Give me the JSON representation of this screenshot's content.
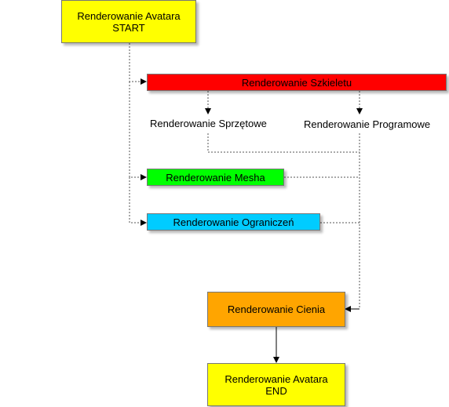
{
  "nodes": {
    "avatar_start": {
      "label": "Renderowanie Avatara\nSTART",
      "color": "#ffff00"
    },
    "skeleton": {
      "label": "Renderowanie Szkieletu",
      "color": "#ff0000"
    },
    "hardware": {
      "label": "Renderowanie Sprzętowe"
    },
    "software": {
      "label": "Renderowanie Programowe"
    },
    "mesh": {
      "label": "Renderowanie Mesha",
      "color": "#00ff00"
    },
    "constraints": {
      "label": "Renderowanie Ograniczeń",
      "color": "#00ccff"
    },
    "shadow": {
      "label": "Renderowanie Cienia",
      "color": "#ffa500"
    },
    "avatar_end": {
      "label": "Renderowanie Avatara\nEND",
      "color": "#ffff00"
    }
  }
}
